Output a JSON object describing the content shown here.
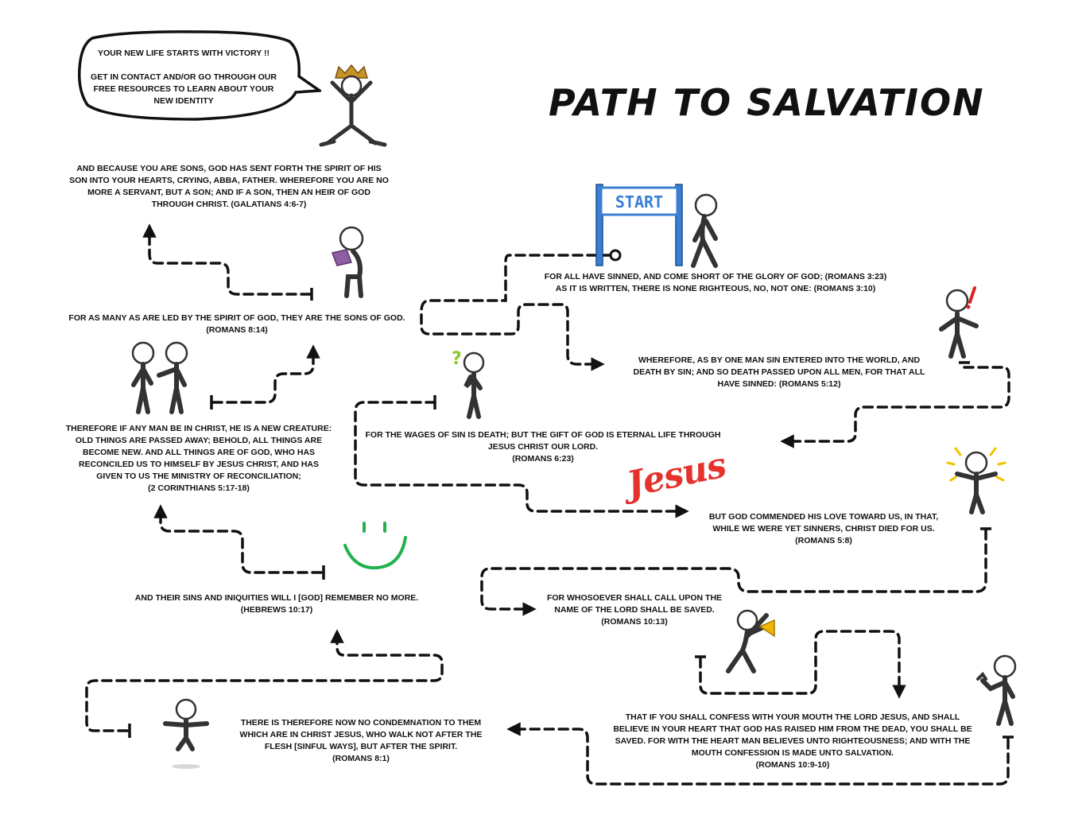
{
  "title": "PATH TO SALVATION",
  "start_sign": "START",
  "jesus_word": "Jesus",
  "bubble": {
    "line1": "YOUR NEW LIFE STARTS WITH VICTORY !!",
    "line2": "GET IN CONTACT AND/OR GO THROUGH OUR FREE RESOURCES TO LEARN ABOUT YOUR NEW IDENTITY"
  },
  "verses": {
    "galatians": {
      "text": "AND BECAUSE YOU ARE SONS, GOD HAS SENT FORTH THE SPIRIT OF HIS SON INTO YOUR HEARTS, CRYING, ABBA, FATHER. WHEREFORE YOU ARE NO MORE A SERVANT, BUT A SON; AND IF A SON, THEN AN HEIR OF GOD THROUGH CHRIST. (GALATIANS 4:6-7)"
    },
    "romans_3": {
      "line1": "FOR ALL HAVE SINNED, AND COME SHORT OF THE GLORY OF GOD; (ROMANS 3:23)",
      "line2": "AS IT IS WRITTEN, THERE IS NONE RIGHTEOUS, NO, NOT ONE: (ROMANS 3:10)"
    },
    "romans_8_14": {
      "text": "FOR AS MANY AS ARE LED BY THE SPIRIT OF GOD, THEY ARE THE SONS OF GOD.",
      "ref": "(ROMANS 8:14)"
    },
    "romans_5_12": {
      "text": "WHEREFORE, AS BY ONE MAN SIN ENTERED INTO THE WORLD, AND DEATH BY SIN; AND SO DEATH PASSED UPON ALL MEN, FOR THAT ALL HAVE SINNED: (ROMANS 5:12)"
    },
    "corinthians": {
      "text": "THEREFORE IF ANY MAN BE IN CHRIST, HE IS A NEW CREATURE: OLD THINGS ARE PASSED AWAY; BEHOLD, ALL THINGS ARE BECOME NEW. AND ALL THINGS ARE OF GOD, WHO HAS RECONCILED US TO HIMSELF BY JESUS CHRIST, AND HAS GIVEN TO US THE MINISTRY OF RECONCILIATION;",
      "ref": "(2 CORINTHIANS 5:17-18)"
    },
    "romans_6_23": {
      "text": "FOR THE WAGES OF SIN IS DEATH; BUT THE GIFT OF GOD IS ETERNAL LIFE THROUGH JESUS CHRIST OUR LORD.",
      "ref": "(ROMANS 6:23)"
    },
    "romans_5_8": {
      "text": "BUT GOD COMMENDED HIS LOVE TOWARD US, IN THAT, WHILE WE WERE YET SINNERS, CHRIST DIED FOR US.",
      "ref": "(ROMANS 5:8)"
    },
    "hebrews": {
      "text": "AND THEIR SINS AND INIQUITIES WILL I [GOD] REMEMBER NO MORE.",
      "ref": "(HEBREWS 10:17)"
    },
    "romans_10_13": {
      "text": "FOR WHOSOEVER SHALL CALL UPON THE NAME OF THE LORD SHALL BE SAVED.",
      "ref": "(ROMANS 10:13)"
    },
    "romans_8_1": {
      "text": "THERE IS THEREFORE NOW NO CONDEMNATION TO THEM WHICH ARE IN CHRIST JESUS, WHO WALK NOT AFTER THE FLESH [SINFUL WAYS], BUT AFTER THE SPIRIT.",
      "ref": "(ROMANS 8:1)"
    },
    "romans_10_9": {
      "text": "THAT IF YOU SHALL CONFESS WITH YOUR MOUTH THE LORD JESUS, AND SHALL BELIEVE IN YOUR HEART THAT GOD HAS RAISED HIM FROM THE DEAD, YOU SHALL BE SAVED. FOR WITH THE HEART MAN BELIEVES UNTO RIGHTEOUSNESS; AND WITH THE MOUTH CONFESSION IS MADE UNTO SALVATION.",
      "ref": "(ROMANS 10:9-10)"
    }
  },
  "figures": [
    "crowned-victory-figure",
    "walking-figure",
    "reading-figure",
    "surprised-figure",
    "two-people-figure",
    "thinking-figure",
    "radiant-figure",
    "smiley-face",
    "megaphone-figure",
    "thumbs-up-figure",
    "floating-figure"
  ],
  "colors": {
    "line": "#111111",
    "start_blue": "#3a7fd5",
    "jesus_red": "#e5322d",
    "smile_green": "#22b14c",
    "crown_gold": "#c8922a",
    "book_purple": "#8e5ea2",
    "alert_red": "#e02020",
    "question_green": "#8ac926",
    "megaphone_yellow": "#f2b705",
    "rays_yellow": "#f2c200"
  }
}
